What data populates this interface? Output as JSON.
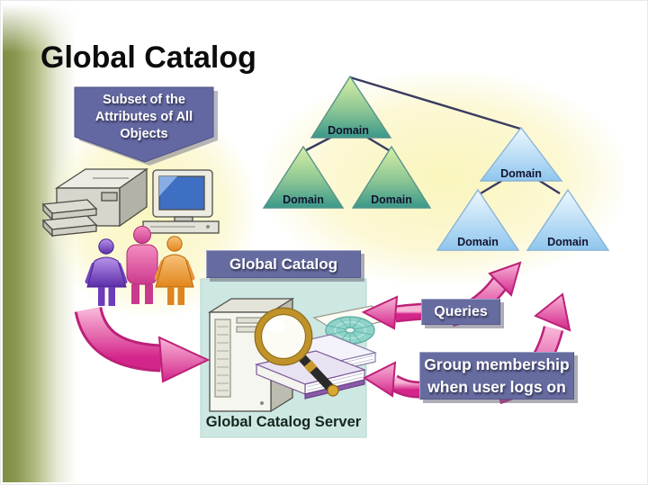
{
  "slide": {
    "title": "Global Catalog"
  },
  "banner": {
    "lines": [
      "Subset of the",
      "Attributes of All",
      "Objects"
    ]
  },
  "tree": {
    "labels": [
      "Domain",
      "Domain",
      "Domain",
      "Domain",
      "Domain",
      "Domain"
    ]
  },
  "server": {
    "header": "Global Catalog",
    "caption": "Global Catalog Server"
  },
  "callouts": {
    "queries": "Queries",
    "group_membership": [
      "Group membership",
      "when user logs on"
    ]
  },
  "icons": {
    "printer": "printer-icon",
    "computer": "desktop-computer-icon",
    "users": "user-figures-icon",
    "server": "server-tower-icon",
    "magnifier": "magnifying-glass-icon",
    "books": "books-and-cd-icon",
    "arrows": "curved-pink-arrow-icon"
  },
  "colors": {
    "accent_purple": "#676ca0",
    "arrow_pink": "#d4258a",
    "strip_green": "#7e9045",
    "panel_teal": "#cde7e2",
    "tree_green": "#39988a",
    "tree_blue": "#8fc6ee",
    "glow_yellow": "#faf5be"
  }
}
